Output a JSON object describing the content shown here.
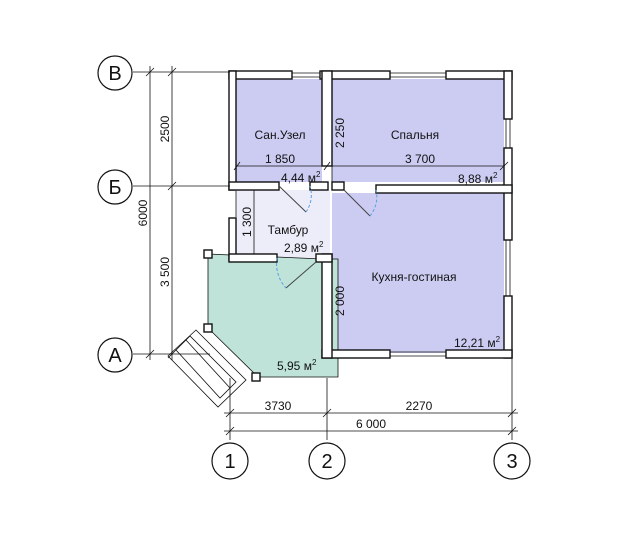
{
  "axes": {
    "rows": [
      "В",
      "Б",
      "А"
    ],
    "cols": [
      "1",
      "2",
      "3"
    ]
  },
  "dimensions": {
    "left_total": "6000",
    "left_top": "2500",
    "left_bottom": "3 500",
    "bottom_1": "3730",
    "bottom_2": "2270",
    "bottom_total": "6 000",
    "bath_width": "1 850",
    "bath_height": "2 250",
    "bedroom_width": "3 700",
    "vestibule_height": "1 300",
    "kitchen_height": "2 000"
  },
  "rooms": {
    "bath": {
      "name": "Сан.Узел",
      "area": "4,44 м",
      "sup": "2"
    },
    "bedroom": {
      "name": "Спальня",
      "area": "8,88 м",
      "sup": "2"
    },
    "vestibule": {
      "name": "Тамбур",
      "area": "2,89 м",
      "sup": "2"
    },
    "kitchen": {
      "name": "Кухня-гостиная",
      "area": "12,21 м",
      "sup": "2"
    },
    "terrace": {
      "name": "",
      "area": "5,95 м",
      "sup": "2"
    }
  },
  "colors": {
    "room_fill": "#ccccf2",
    "terrace_fill": "#bfe3d9"
  }
}
